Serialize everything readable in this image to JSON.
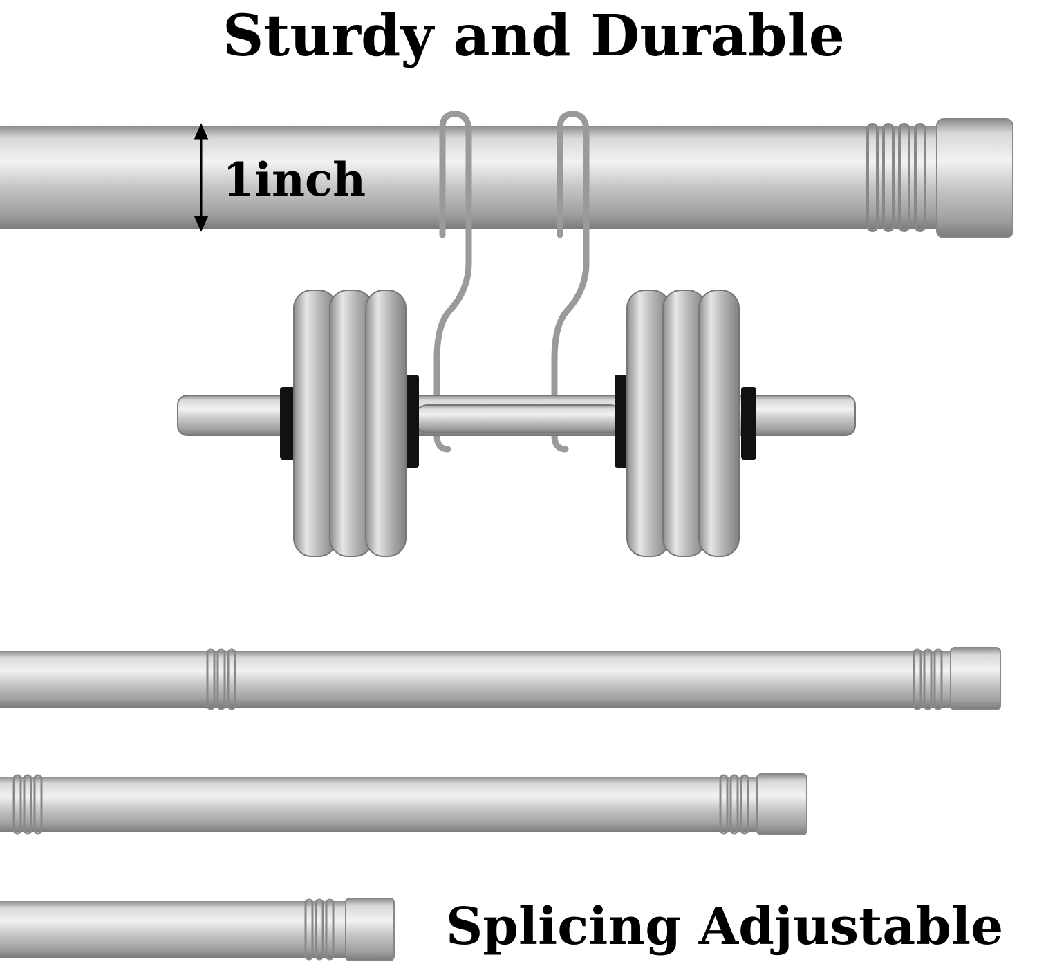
{
  "headline": "Sturdy and Durable",
  "diameter_label": "1inch",
  "footer_label": "Splicing Adjustable",
  "colors": {
    "metal_light": "#e9e9e9",
    "metal_mid": "#b4b4b4",
    "metal_dark": "#7a7a7a",
    "collar": "#111111",
    "text": "#000000"
  }
}
